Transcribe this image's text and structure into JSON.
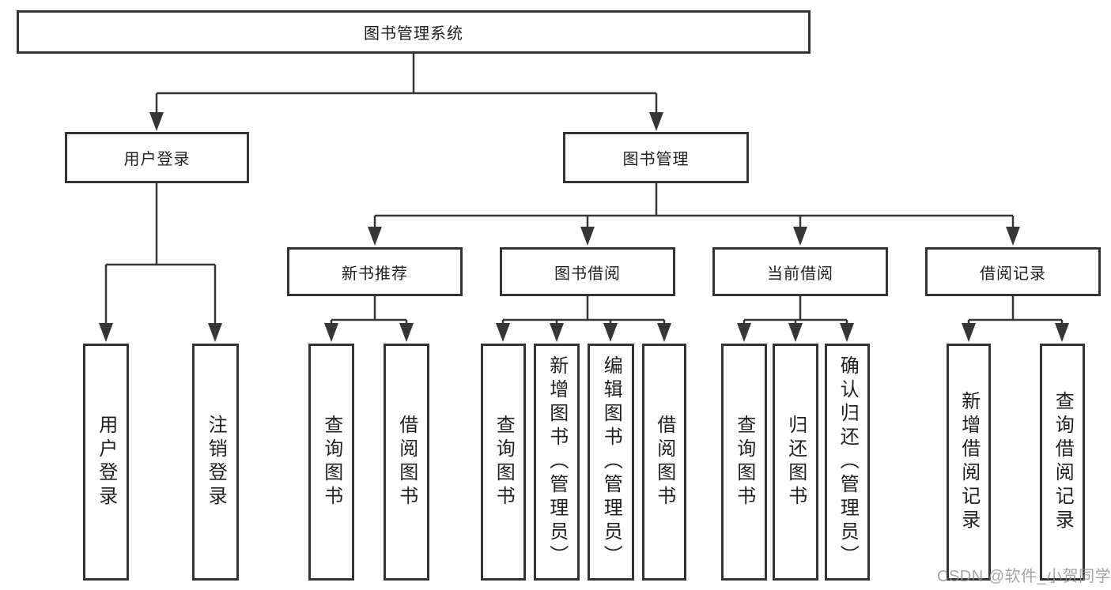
{
  "tree": {
    "root": {
      "label": "图书管理系统"
    },
    "children": [
      {
        "label": "用户登录",
        "children": [
          {
            "label": "用户登录"
          },
          {
            "label": "注销登录"
          }
        ]
      },
      {
        "label": "图书管理",
        "children": [
          {
            "label": "新书推荐",
            "children": [
              {
                "label": "查询图书"
              },
              {
                "label": "借阅图书"
              }
            ]
          },
          {
            "label": "图书借阅",
            "children": [
              {
                "label": "查询图书"
              },
              {
                "label": "新增图书（管理员）"
              },
              {
                "label": "编辑图书（管理员）"
              },
              {
                "label": "借阅图书"
              }
            ]
          },
          {
            "label": "当前借阅",
            "children": [
              {
                "label": "查询图书"
              },
              {
                "label": "归还图书"
              },
              {
                "label": "确认归还（管理员）"
              }
            ]
          },
          {
            "label": "借阅记录",
            "children": [
              {
                "label": "新增借阅记录"
              },
              {
                "label": "查询借阅记录"
              }
            ]
          }
        ]
      }
    ]
  },
  "watermark": {
    "text": "CSDN @软件_小贺同学"
  },
  "colors": {
    "line": "#363636",
    "box_border": "#333333",
    "text": "#1f1f1f",
    "watermark": "#919191",
    "background": "#ffffff"
  }
}
